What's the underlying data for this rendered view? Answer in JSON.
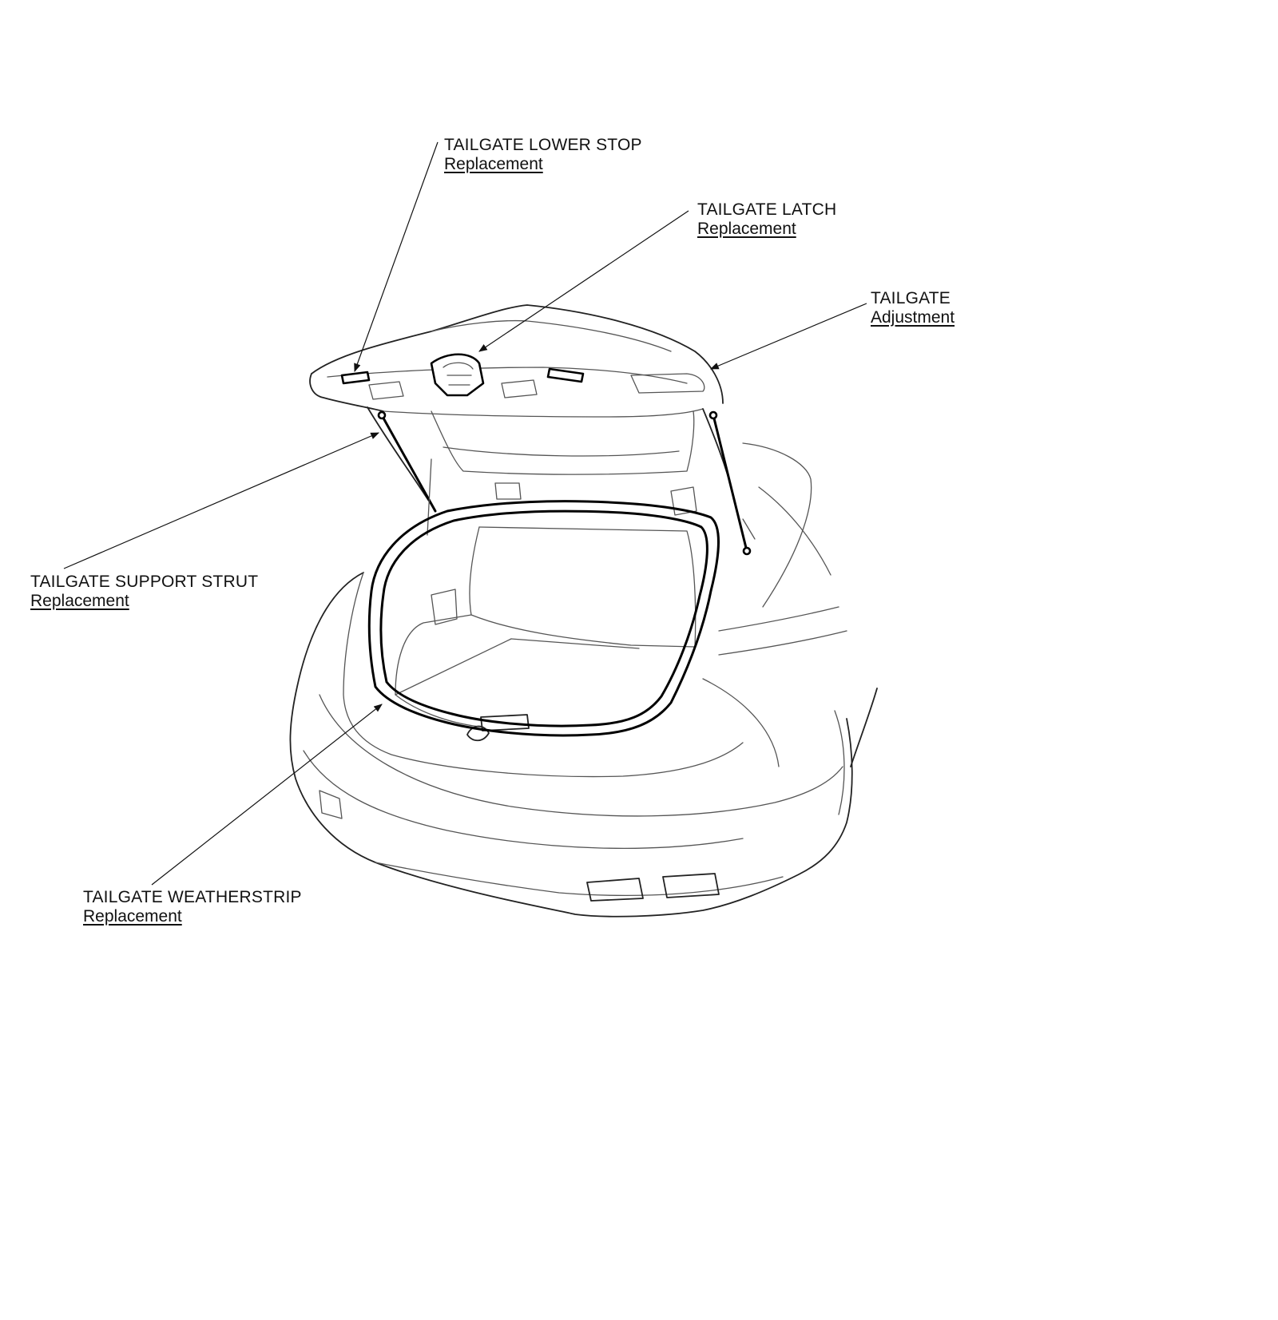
{
  "callouts": {
    "lower_stop": {
      "title": "TAILGATE LOWER STOP",
      "link": "Replacement"
    },
    "latch": {
      "title": "TAILGATE LATCH",
      "link": "Replacement"
    },
    "tailgate": {
      "title": "TAILGATE",
      "link": "Adjustment"
    },
    "strut": {
      "title": "TAILGATE SUPPORT STRUT",
      "link": "Replacement"
    },
    "weatherstrip": {
      "title": "TAILGATE WEATHERSTRIP",
      "link": "Replacement"
    }
  }
}
